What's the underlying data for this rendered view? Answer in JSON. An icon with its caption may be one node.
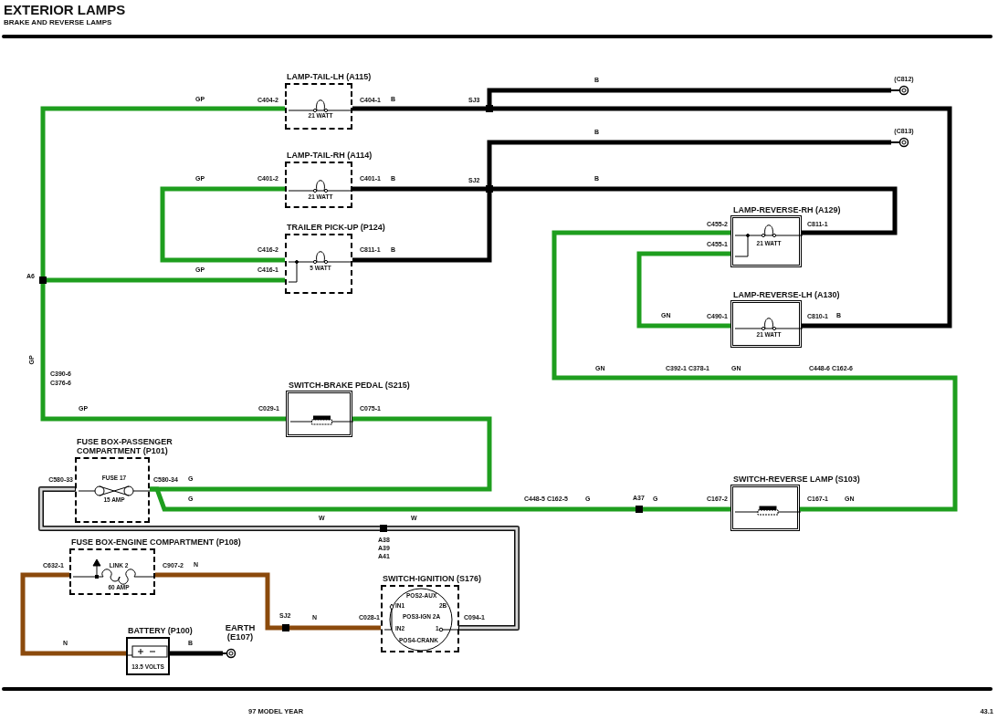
{
  "diagram": {
    "title": "EXTERIOR LAMPS",
    "nodes": [
      {
        "text": [
          "LAMP-TAIL-LH (A115)",
          "21 WATT"
        ]
      },
      {
        "text": [
          "LAMP-TAIL-RH (A114)",
          "21 WATT"
        ]
      },
      {
        "text": [
          "TRAILER PICK-UP (P124)",
          "5 WATT"
        ]
      },
      {
        "text": [
          "LAMP-REVERSE-RH (A129)",
          "21 WATT"
        ]
      },
      {
        "text": [
          "LAMP-REVERSE-LH (A130)",
          "21 WATT"
        ]
      },
      {
        "text": [
          "SWITCH-BRAKE PEDAL (S215)"
        ]
      },
      {
        "text": [
          "FUSE BOX-PASSENGER COMPARTMENT (P101)",
          "FUSE 17",
          "15 AMP"
        ]
      },
      {
        "text": [
          "SWITCH-REVERSE LAMP (S103)"
        ]
      },
      {
        "text": [
          "FUSE BOX-ENGINE COMPARTMENT (P108)",
          "LINK 2",
          "60 AMP"
        ]
      },
      {
        "text": [
          "SWITCH-IGNITION (S176)",
          "POS2-AUX",
          "IN1",
          "2B",
          "POS3-IGN 2A",
          "IN2",
          "1",
          "POS4-CRANK"
        ]
      },
      {
        "text": [
          "BATTERY (P100)",
          "13.5 VOLTS"
        ]
      },
      {
        "text": [
          "EARTH (E107)"
        ]
      },
      {
        "text": [
          "(C812)"
        ]
      },
      {
        "text": [
          "(C813)"
        ]
      },
      {
        "text": [],
        "shape": "dot",
        "beside": [
          "SJ3"
        ]
      },
      {
        "text": [],
        "shape": "dot",
        "beside": [
          "SJ2"
        ]
      },
      {
        "text": [],
        "shape": "dot",
        "beside": [
          "A6"
        ]
      },
      {
        "text": [],
        "shape": "dot",
        "beside": [
          "A37"
        ]
      },
      {
        "text": [],
        "shape": "dot",
        "beside": [
          "A38",
          "A39",
          "A41"
        ]
      },
      {
        "text": [],
        "shape": "dot",
        "beside": [
          "SJ2"
        ]
      }
    ],
    "edges": [
      {
        "from": 16,
        "to": 0,
        "arrow": "none",
        "label": "GP",
        "color": "#1e9e1e"
      },
      {
        "from": 0,
        "to": 14,
        "arrow": "none",
        "label": "B",
        "color": "#000000"
      },
      {
        "from": 14,
        "to": 12,
        "arrow": "none",
        "label": "B",
        "color": "#000000"
      },
      {
        "from": 14,
        "to": 4,
        "arrow": "none",
        "label": "B",
        "color": "#000000"
      },
      {
        "from": 1,
        "to": 15,
        "arrow": "none",
        "label": "B",
        "color": "#000000"
      },
      {
        "from": 15,
        "to": 13,
        "arrow": "none",
        "label": "B",
        "color": "#000000"
      },
      {
        "from": 15,
        "to": 3,
        "arrow": "none",
        "label": "B",
        "color": "#000000"
      },
      {
        "from": 2,
        "to": 15,
        "arrow": "none",
        "label": "B",
        "color": "#000000"
      },
      {
        "from": 16,
        "to": 2,
        "arrow": "none",
        "label": "GP",
        "color": "#1e9e1e"
      },
      {
        "from": 1,
        "to": 2,
        "arrow": "none",
        "label": "GP",
        "color": "#1e9e1e"
      },
      {
        "from": 16,
        "to": 5,
        "arrow": "none",
        "label": "GP",
        "color": "#1e9e1e"
      },
      {
        "from": 5,
        "to": 6,
        "arrow": "none",
        "label": "G",
        "color": "#1e9e1e"
      },
      {
        "from": 6,
        "to": 17,
        "arrow": "none",
        "label": "G",
        "color": "#1e9e1e"
      },
      {
        "from": 17,
        "to": 7,
        "arrow": "none",
        "label": "G",
        "color": "#1e9e1e"
      },
      {
        "from": 7,
        "to": 3,
        "arrow": "none",
        "label": "GN",
        "color": "#1e9e1e"
      },
      {
        "from": 3,
        "to": 4,
        "arrow": "none",
        "label": "GN",
        "color": "#1e9e1e"
      },
      {
        "from": 6,
        "to": 18,
        "arrow": "none",
        "label": "W",
        "color": "#d9d9d9"
      },
      {
        "from": 18,
        "to": 9,
        "arrow": "none",
        "label": "W",
        "color": "#d9d9d9"
      },
      {
        "from": 10,
        "to": 8,
        "arrow": "none",
        "label": "N",
        "color": "#8b4a0c"
      },
      {
        "from": 8,
        "to": 19,
        "arrow": "none",
        "label": "N",
        "color": "#8b4a0c"
      },
      {
        "from": 19,
        "to": 9,
        "arrow": "none",
        "label": "N",
        "color": "#8b4a0c"
      },
      {
        "from": 10,
        "to": 11,
        "arrow": "none",
        "label": "B",
        "color": "#000000"
      }
    ],
    "labels": [
      "BRAKE AND REVERSE LAMPS",
      "C404-2",
      "C404-1",
      "C401-2",
      "C401-1",
      "C416-2",
      "C811-1",
      "C416-1",
      "C455-2",
      "C811-1",
      "C455-1",
      "C490-1",
      "C810-1",
      "GP",
      "GN",
      "C392-1 C378-1",
      "GN",
      "C448-6 C162-6",
      "C390-6",
      "C376-6",
      "C029-1",
      "C075-1",
      "C580-33",
      "C580-34",
      "C448-5 C162-5",
      "G",
      "C167-2",
      "C167-1",
      "C632-1",
      "C907-2",
      "C028-1",
      "C094-1",
      "97 MODEL YEAR",
      "43.1"
    ]
  }
}
